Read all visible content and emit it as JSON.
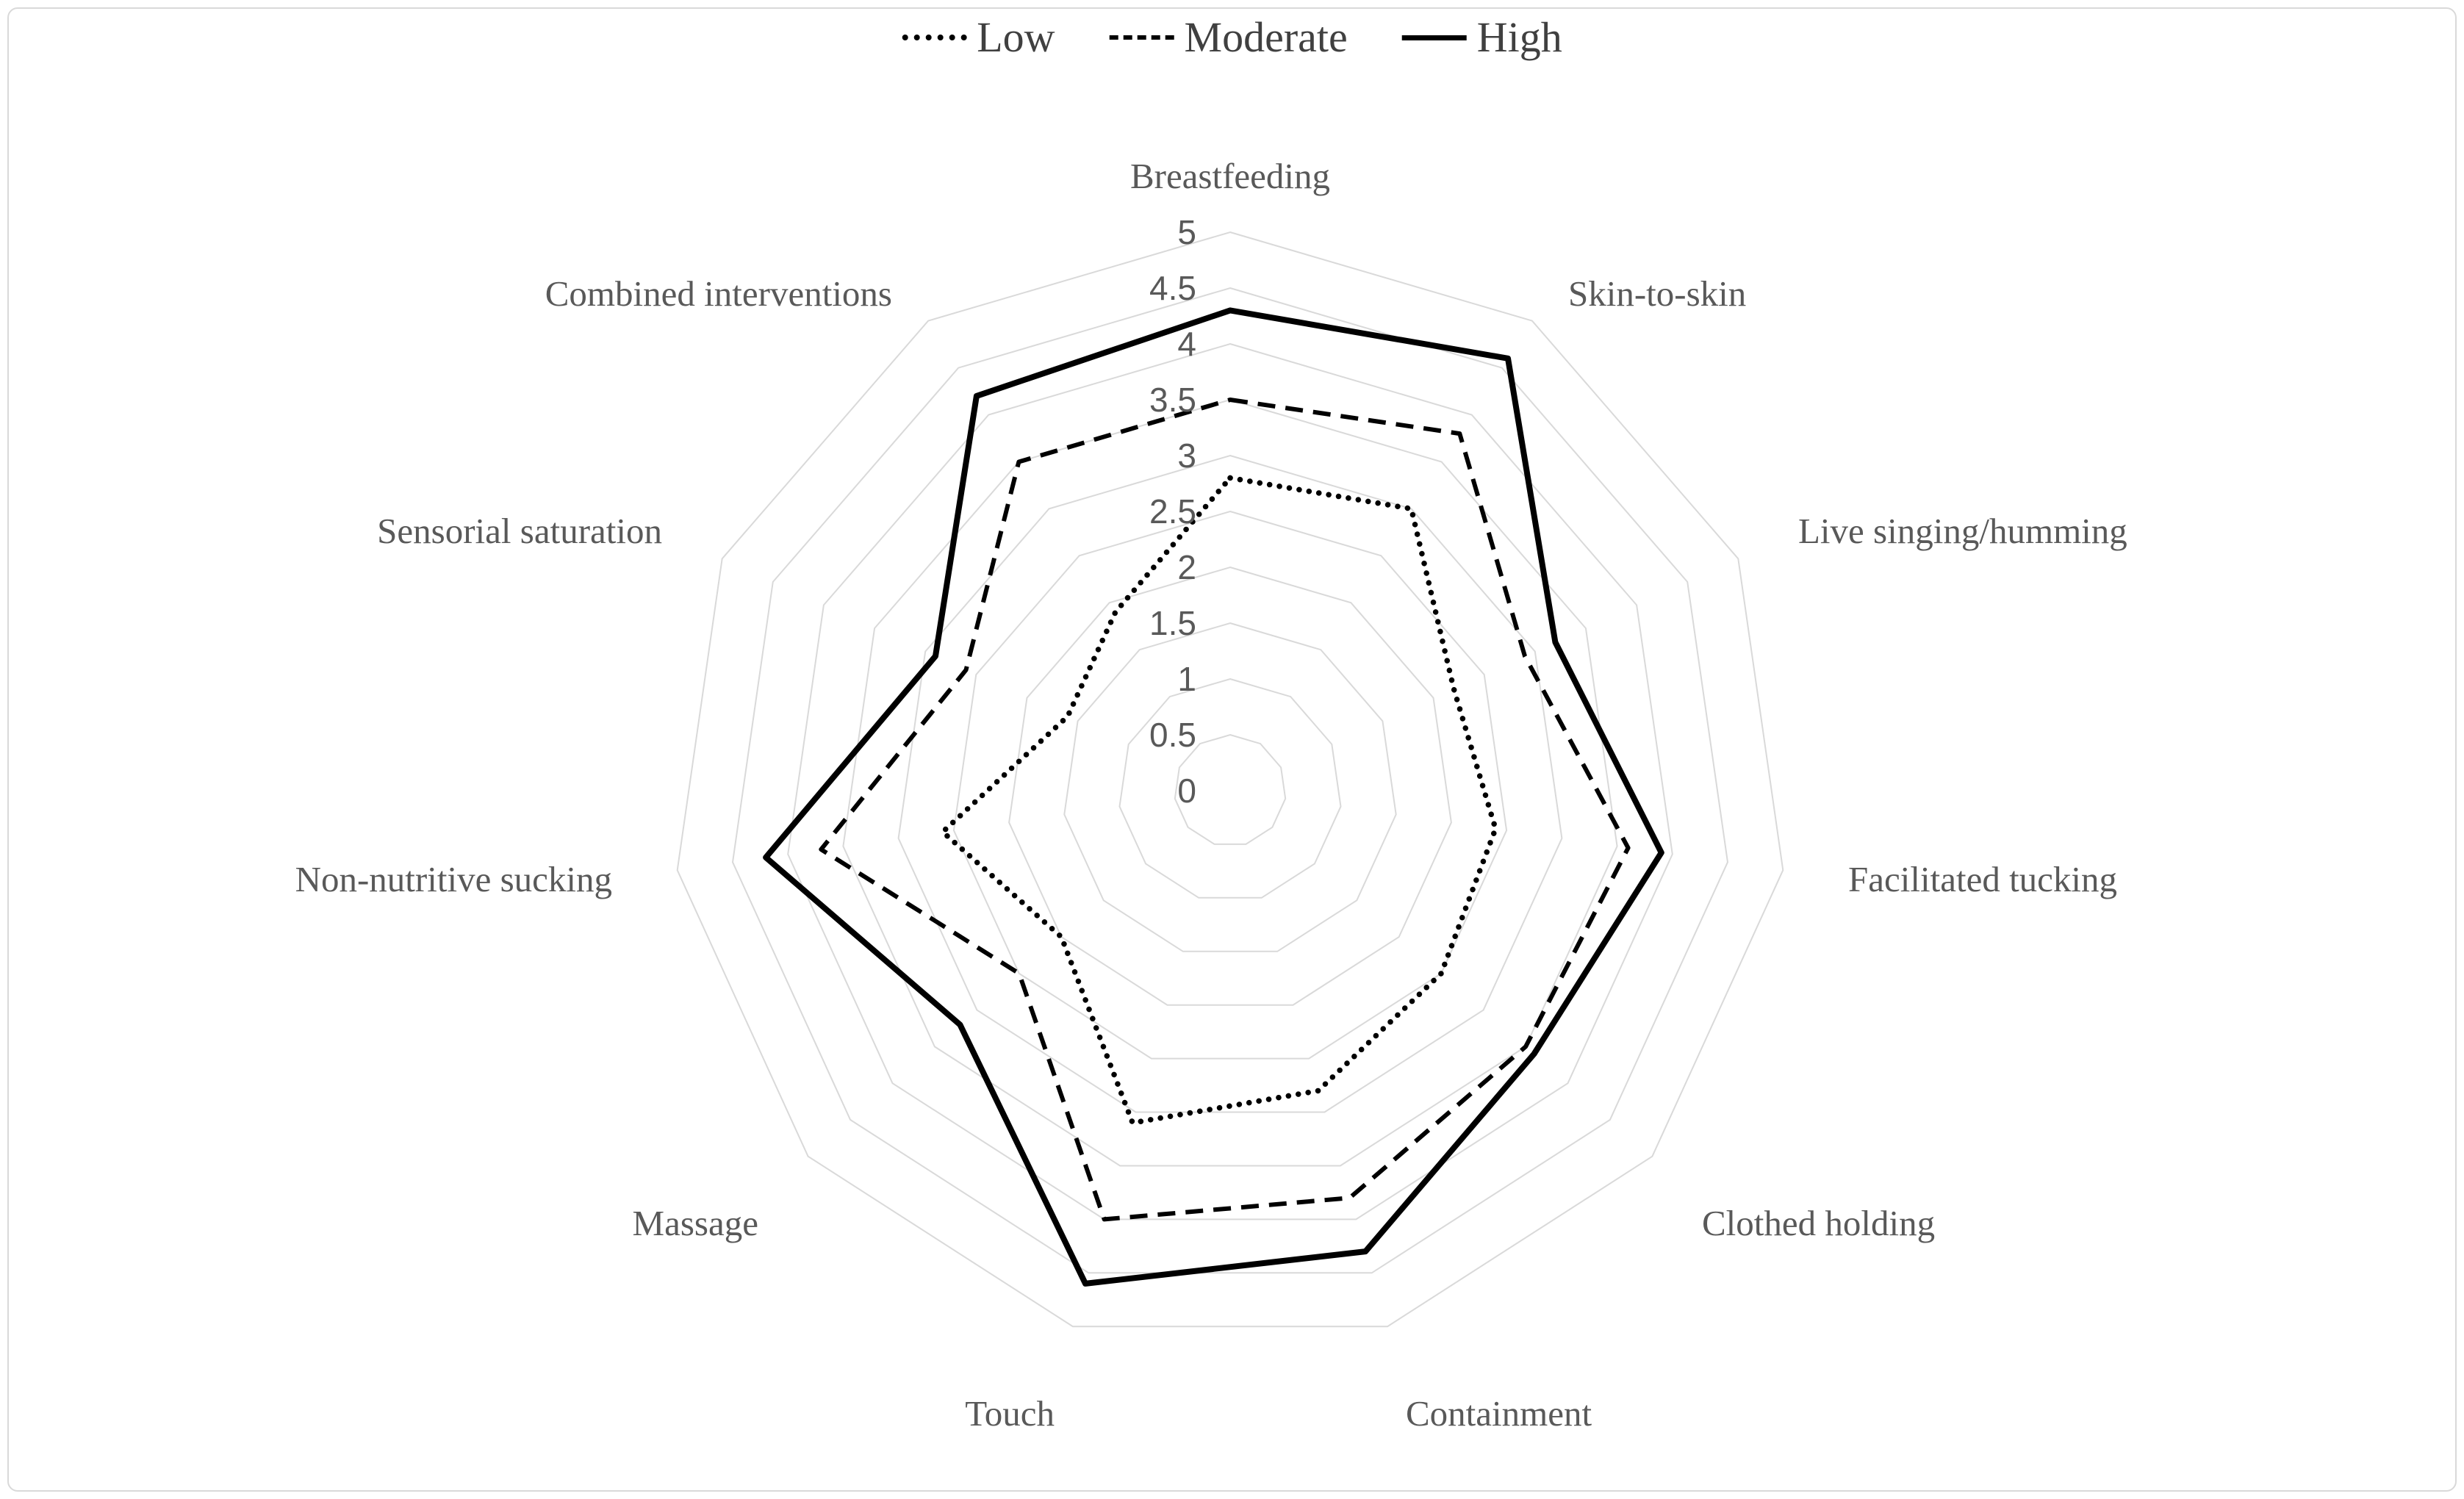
{
  "legend": {
    "items": [
      {
        "label": "Low",
        "line_style": "dotted"
      },
      {
        "label": "Moderate",
        "line_style": "dashed"
      },
      {
        "label": "High",
        "line_style": "solid"
      }
    ]
  },
  "chart_data": {
    "type": "radar",
    "title": "",
    "categories": [
      "Breastfeeding",
      "Skin-to-skin",
      "Live singing/humming",
      "Facilitated tucking",
      "Clothed holding",
      "Containment",
      "Touch",
      "Massage",
      "Non-nutritive sucking",
      "Sensorial saturation",
      "Combined interventions"
    ],
    "series": [
      {
        "name": "Low",
        "line_style": "dotted",
        "color": "#000000",
        "values": [
          2.8,
          3.0,
          2.2,
          2.4,
          2.5,
          2.8,
          3.1,
          2.0,
          2.6,
          1.6,
          1.9
        ]
      },
      {
        "name": "Moderate",
        "line_style": "dashed",
        "color": "#000000",
        "values": [
          3.5,
          3.8,
          2.9,
          3.6,
          3.5,
          3.8,
          4.0,
          2.5,
          3.7,
          2.6,
          3.5
        ]
      },
      {
        "name": "High",
        "line_style": "solid",
        "color": "#000000",
        "values": [
          4.3,
          4.6,
          3.2,
          3.9,
          3.6,
          4.3,
          4.6,
          3.2,
          4.2,
          2.9,
          4.2
        ]
      }
    ],
    "r_axis": {
      "min": 0,
      "max": 5,
      "step": 0.5,
      "tick_labels": [
        "0",
        "0.5",
        "1",
        "1.5",
        "2",
        "2.5",
        "3",
        "3.5",
        "4",
        "4.5",
        "5"
      ]
    },
    "grid": true,
    "spokes": false,
    "legend_position": "top",
    "colors": {
      "series_line": "#000000",
      "gridline": "#d9d9d9",
      "category_label": "#595959",
      "tick_label": "#595959",
      "background": "#ffffff",
      "frame_border": "#d9d9d9"
    }
  }
}
